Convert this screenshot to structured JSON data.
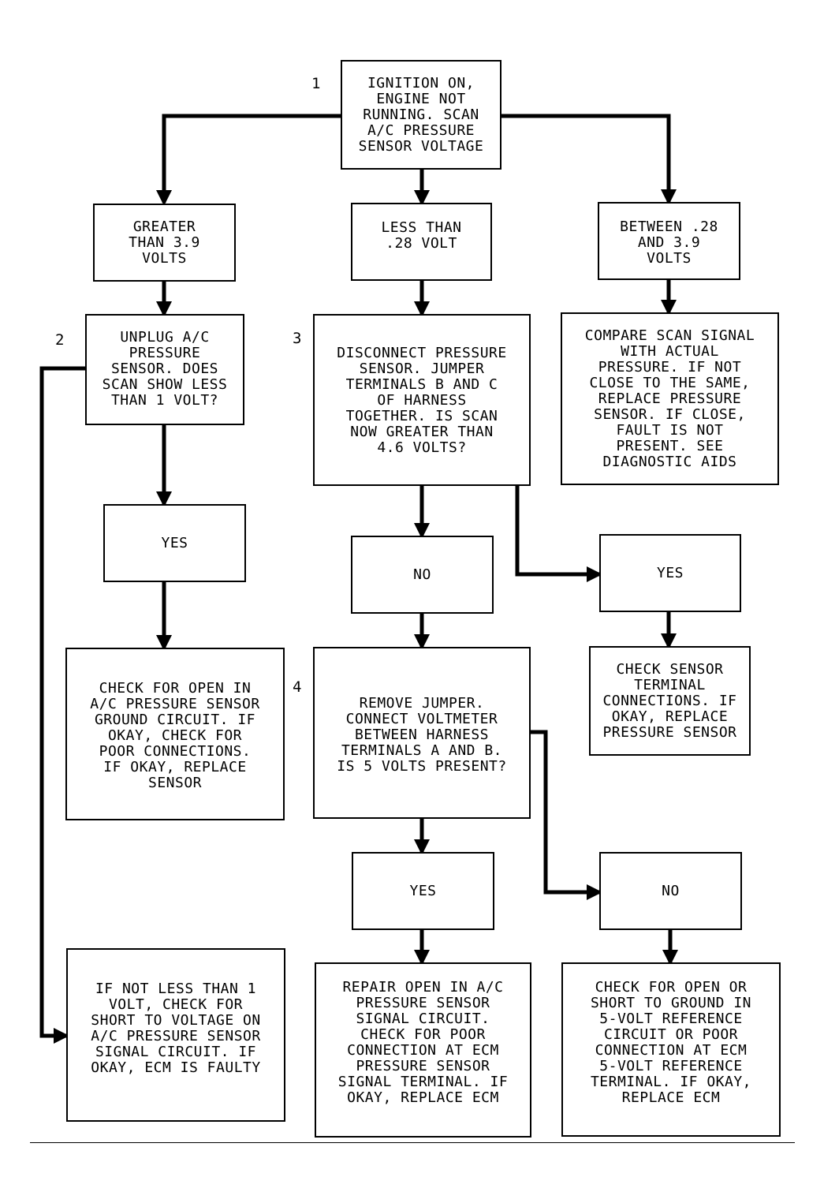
{
  "nodes": {
    "n1": "IGNITION ON,\nENGINE NOT\nRUNNING. SCAN\nA/C PRESSURE\nSENSOR VOLTAGE",
    "greater": "GREATER\nTHAN 3.9\nVOLTS",
    "less": "LESS THAN\n.28 VOLT",
    "between": "BETWEEN .28\nAND 3.9\nVOLTS",
    "n2": "UNPLUG A/C\nPRESSURE\nSENSOR. DOES\nSCAN SHOW LESS\nTHAN 1 VOLT?",
    "n3": "DISCONNECT PRESSURE\nSENSOR. JUMPER\nTERMINALS B AND C\nOF HARNESS\nTOGETHER. IS SCAN\nNOW GREATER THAN\n4.6 VOLTS?",
    "compare": "COMPARE SCAN SIGNAL\nWITH ACTUAL\nPRESSURE. IF NOT\nCLOSE TO THE SAME,\nREPLACE PRESSURE\nSENSOR. IF CLOSE,\nFAULT IS NOT\nPRESENT. SEE\nDIAGNOSTIC AIDS",
    "yes2": "YES",
    "no3": "NO",
    "yes3": "YES",
    "checkGround": "CHECK FOR OPEN IN\nA/C PRESSURE SENSOR\nGROUND CIRCUIT. IF\nOKAY, CHECK FOR\nPOOR CONNECTIONS.\nIF OKAY, REPLACE\nSENSOR",
    "n4": "REMOVE JUMPER.\nCONNECT VOLTMETER\nBETWEEN HARNESS\nTERMINALS A AND B.\nIS 5 VOLTS PRESENT?",
    "checkTerminal": "CHECK SENSOR\nTERMINAL\nCONNECTIONS. IF\nOKAY, REPLACE\nPRESSURE SENSOR",
    "yes4": "YES",
    "no4": "NO",
    "notLess": "IF NOT LESS THAN 1\nVOLT, CHECK FOR\nSHORT TO VOLTAGE ON\nA/C PRESSURE SENSOR\nSIGNAL CIRCUIT. IF\nOKAY, ECM IS FAULTY",
    "repairSignal": "REPAIR OPEN IN A/C\nPRESSURE SENSOR\nSIGNAL CIRCUIT.\nCHECK FOR POOR\nCONNECTION AT ECM\nPRESSURE SENSOR\nSIGNAL TERMINAL. IF\nOKAY, REPLACE ECM",
    "checkRef": "CHECK FOR OPEN OR\nSHORT TO GROUND IN\n5-VOLT REFERENCE\nCIRCUIT OR POOR\nCONNECTION AT ECM\n5-VOLT REFERENCE\nTERMINAL. IF OKAY,\nREPLACE ECM"
  },
  "step_numbers": {
    "s1": "1",
    "s2": "2",
    "s3": "3",
    "s4": "4"
  }
}
